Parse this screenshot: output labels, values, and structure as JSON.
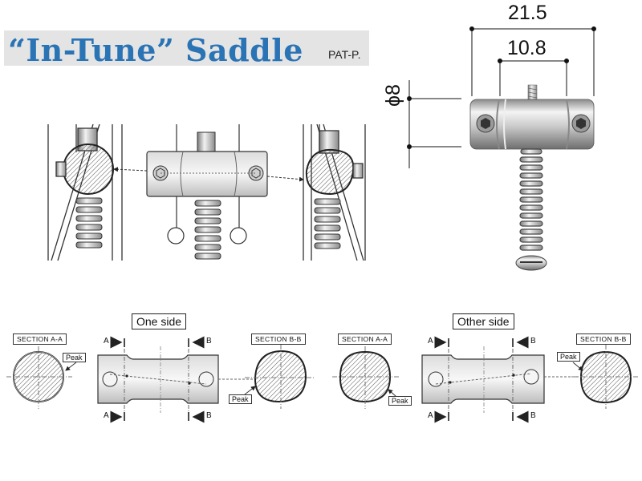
{
  "title": "“In-Tune” Saddle",
  "patent": "PAT-P.",
  "dimensions": {
    "overall_length": "21.5",
    "spacing": "10.8",
    "diameter": "8"
  },
  "bottom": {
    "one_side_label": "One side",
    "other_side_label": "Other side",
    "section_aa": "SECTION A-A",
    "section_bb": "SECTION B-B",
    "peak": "Peak",
    "a": "A",
    "b": "B"
  },
  "colors": {
    "title_blue": "#2a73b5",
    "title_bg": "#e4e4e4",
    "line": "#333333",
    "metal_light": "#f2f2f2",
    "metal_mid": "#bdbdbd",
    "metal_dark": "#6e6e6e"
  },
  "icons": [
    "hex-socket-icon",
    "spring-icon",
    "arrow-icon"
  ]
}
